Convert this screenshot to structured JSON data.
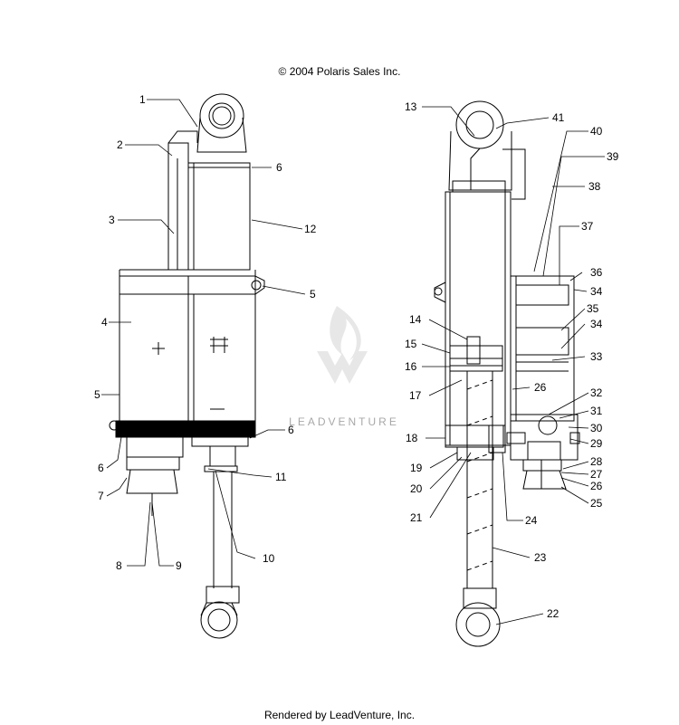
{
  "header": {
    "copyright": "© 2004 Polaris Sales Inc."
  },
  "footer": {
    "rendered_by": "Rendered by LeadVenture, Inc."
  },
  "watermark": {
    "text": "LEADVENTURE"
  },
  "callouts": {
    "left": [
      "1",
      "2",
      "3",
      "4",
      "5",
      "6",
      "7",
      "8",
      "9",
      "10",
      "11",
      "12"
    ],
    "right": [
      "13",
      "14",
      "15",
      "16",
      "17",
      "18",
      "19",
      "20",
      "21",
      "22",
      "23",
      "24",
      "25",
      "26",
      "27",
      "28",
      "29",
      "30",
      "31",
      "32",
      "33",
      "34",
      "35",
      "36",
      "37",
      "38",
      "39",
      "40",
      "41"
    ]
  },
  "colors": {
    "line": "#000000",
    "watermark": "#d8d8d8"
  }
}
